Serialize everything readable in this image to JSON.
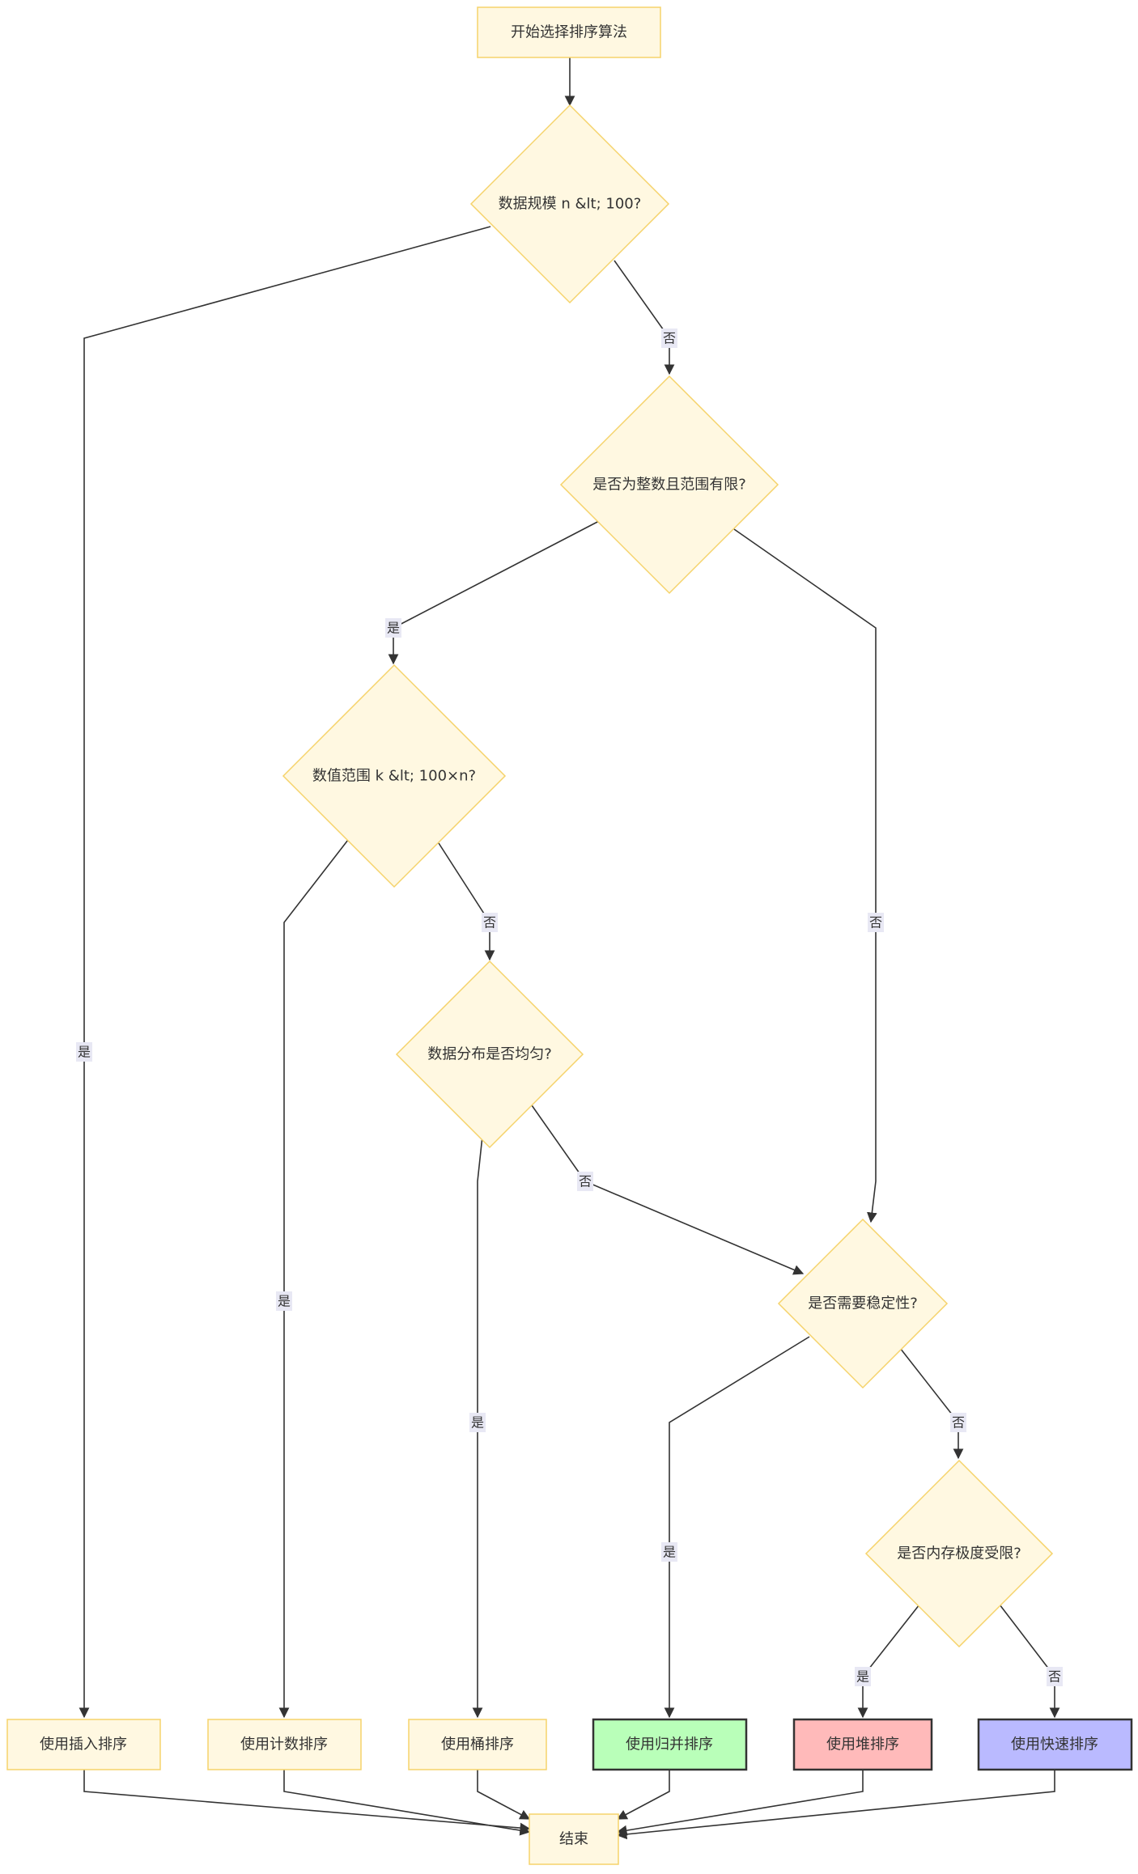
{
  "diagram": {
    "nodes": {
      "start": {
        "label": "开始选择排序算法"
      },
      "q_size": {
        "label": "数据规模 n &lt; 100?"
      },
      "q_int": {
        "label": "是否为整数且范围有限?"
      },
      "q_range": {
        "label": "数值范围 k &lt; 100×n?"
      },
      "q_dist": {
        "label": "数据分布是否均匀?"
      },
      "q_stable": {
        "label": "是否需要稳定性?"
      },
      "q_memory": {
        "label": "是否内存极度受限?"
      },
      "insertion": {
        "label": "使用插入排序"
      },
      "counting": {
        "label": "使用计数排序"
      },
      "bucket": {
        "label": "使用桶排序"
      },
      "merge": {
        "label": "使用归并排序"
      },
      "heap": {
        "label": "使用堆排序"
      },
      "quick": {
        "label": "使用快速排序"
      },
      "end": {
        "label": "结束"
      }
    },
    "edge_labels": {
      "size_no": "否",
      "size_yes": "是",
      "int_yes": "是",
      "int_no": "否",
      "range_no": "否",
      "range_yes": "是",
      "dist_no": "否",
      "dist_yes": "是",
      "stable_yes": "是",
      "stable_no": "否",
      "memory_yes": "是",
      "memory_no": "否"
    },
    "colors": {
      "default_fill": "#fff8e1",
      "default_stroke": "#f5d36b",
      "merge_fill": "#b9ffb9",
      "heap_fill": "#ffbaba",
      "quick_fill": "#babaff",
      "highlight_stroke": "#333333",
      "edge": "#333333"
    }
  }
}
